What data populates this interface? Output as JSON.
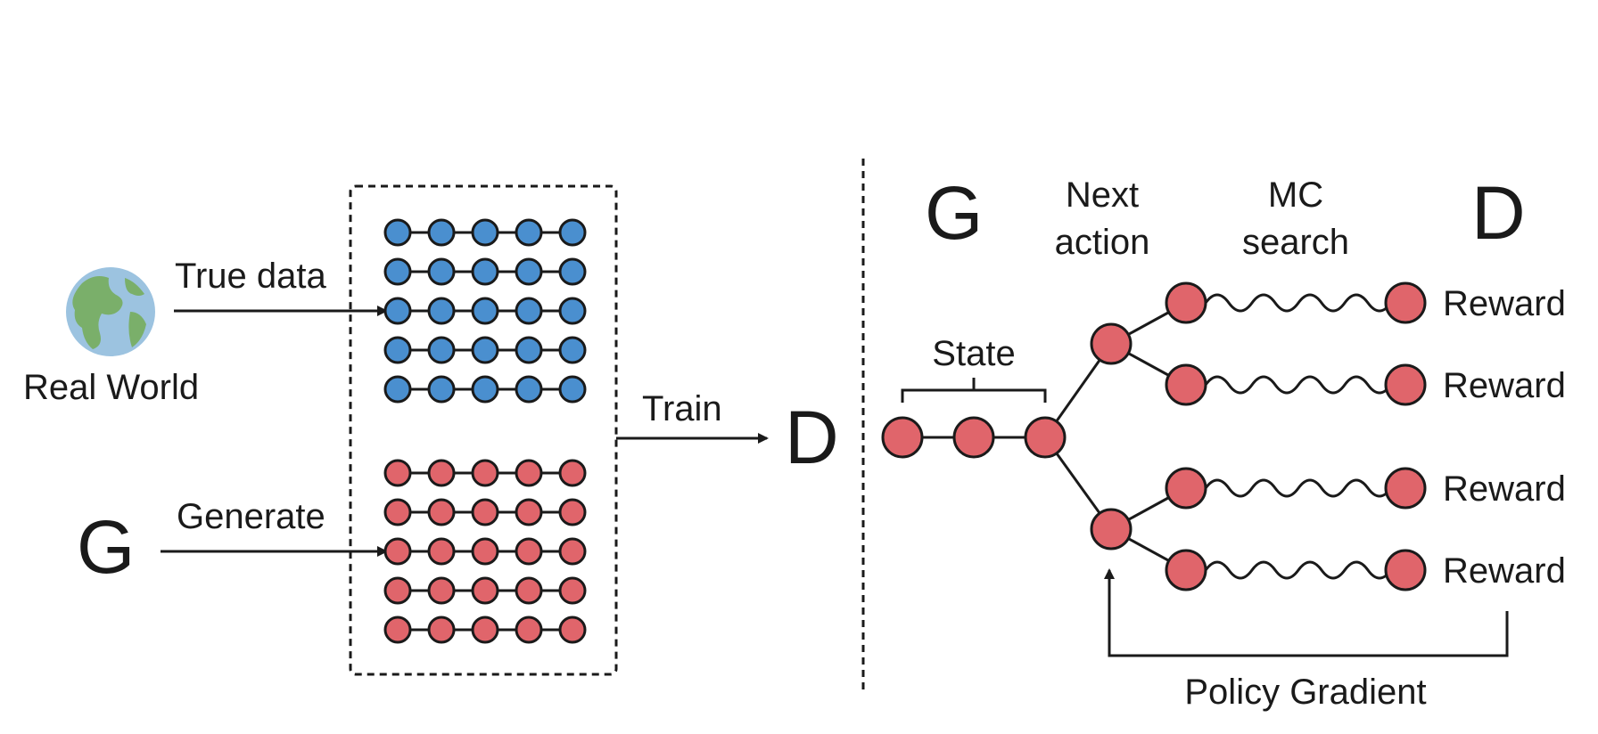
{
  "left": {
    "world_label": "Real World",
    "true_data_label": "True data",
    "generator_label": "G",
    "generate_label": "Generate",
    "train_label": "Train",
    "discriminator_label": "D",
    "real_rows": 5,
    "fake_rows": 5,
    "nodes_per_row": 5
  },
  "right": {
    "generator_label": "G",
    "next_action_label": [
      "Next",
      "action"
    ],
    "mc_search_label": [
      "MC",
      "search"
    ],
    "discriminator_label": "D",
    "state_label": "State",
    "reward_labels": [
      "Reward",
      "Reward",
      "Reward",
      "Reward"
    ],
    "policy_gradient_label": "Policy Gradient"
  },
  "colors": {
    "real_node": "#4a8fcf",
    "fake_node": "#e0656b",
    "stroke": "#1a1a1a",
    "globe_ocean": "#9cc3e0",
    "globe_land": "#7aaf6a"
  }
}
